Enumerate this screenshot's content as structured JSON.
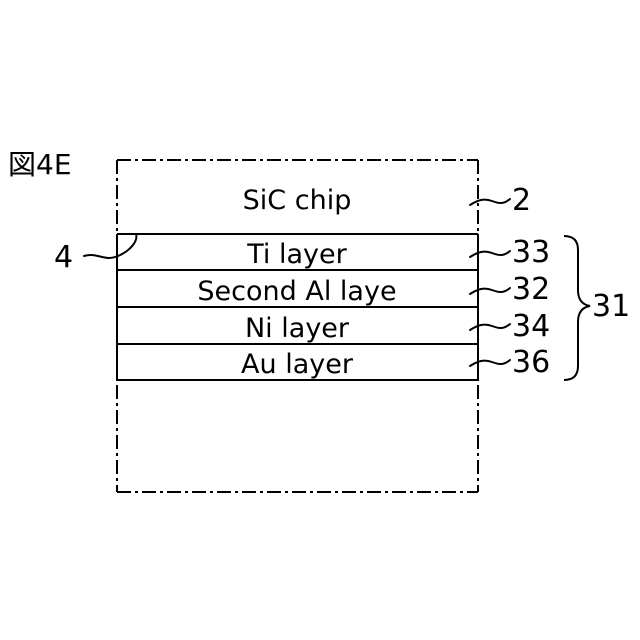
{
  "figure": {
    "label": "図4E"
  },
  "layers": {
    "sic_chip": "SiC chip",
    "ti": "Ti layer",
    "second_al": "Second Al laye",
    "ni": "Ni layer",
    "au": "Au layer"
  },
  "refs": {
    "chip": "2",
    "corner": "4",
    "ti": "33",
    "second_al": "32",
    "ni": "34",
    "au": "36",
    "stack": "31"
  },
  "colors": {
    "ink": "#000000",
    "background": "#ffffff"
  }
}
